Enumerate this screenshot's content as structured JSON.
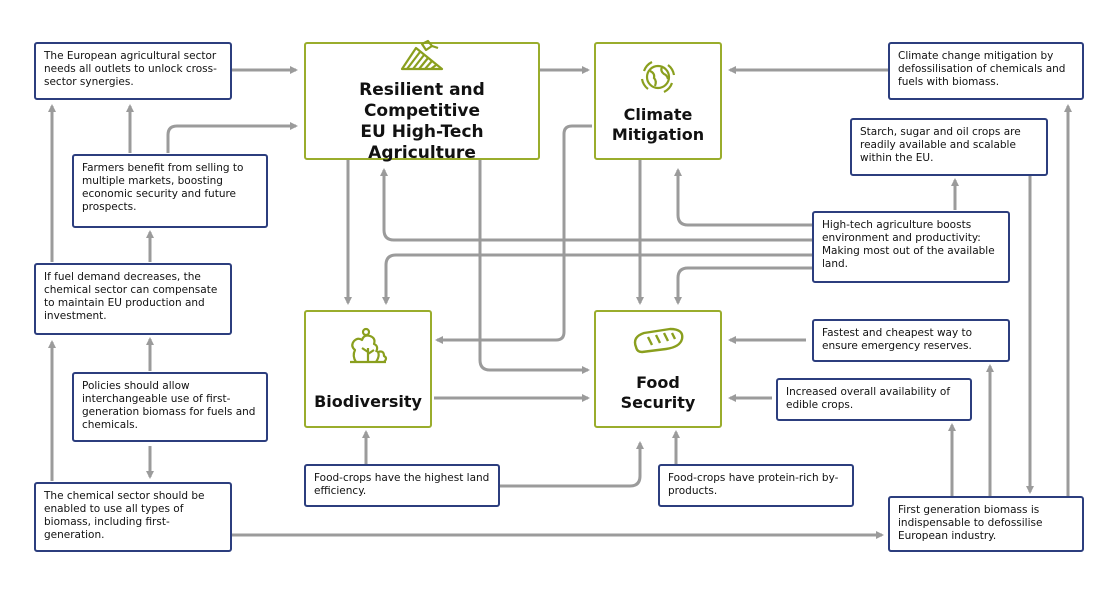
{
  "colors": {
    "hub_border": "#9aad2c",
    "box_border": "#2c3e7e",
    "arrow": "#9b9b9b",
    "icon": "#8a9f1e"
  },
  "hubs": {
    "agriculture": {
      "line1": "Resilient and Competitive",
      "line2": "EU High-Tech Agriculture",
      "icon": "field-icon"
    },
    "climate": {
      "line1": "Climate",
      "line2": "Mitigation",
      "icon": "globe-icon"
    },
    "biodiversity": {
      "line1": "Biodiversity",
      "icon": "plant-icon"
    },
    "food": {
      "line1": "Food",
      "line2": "Security",
      "icon": "bread-icon"
    }
  },
  "boxes": {
    "outlets": "The European agricultural sector needs all outlets to unlock cross-sector synergies.",
    "farmers": "Farmers benefit from selling to multiple markets, boosting economic security and future prospects.",
    "fuel_demand": "If fuel demand decreases, the chemical sector can compensate to maintain EU production and investment.",
    "policies": "Policies should allow interchangeable use of first-generation biomass for fuels and chemicals.",
    "chemical_sector": "The chemical sector should be enabled to use all types of biomass, including first-generation.",
    "defossilisation": "Climate change mitigation by defossilisation of chemicals and fuels with biomass.",
    "starch": "Starch, sugar and oil crops are readily available and scalable within the EU.",
    "hightech": "High-tech agriculture boosts environment and productivity: Making most out of the available land.",
    "fastest": "Fastest and cheapest way to ensure emergency reserves.",
    "increased": "Increased overall availability of edible crops.",
    "land_efficiency": "Food-crops have the highest land efficiency.",
    "protein": "Food-crops have protein-rich by-products.",
    "first_gen": "First generation biomass is indispensable to defossilise European industry."
  }
}
